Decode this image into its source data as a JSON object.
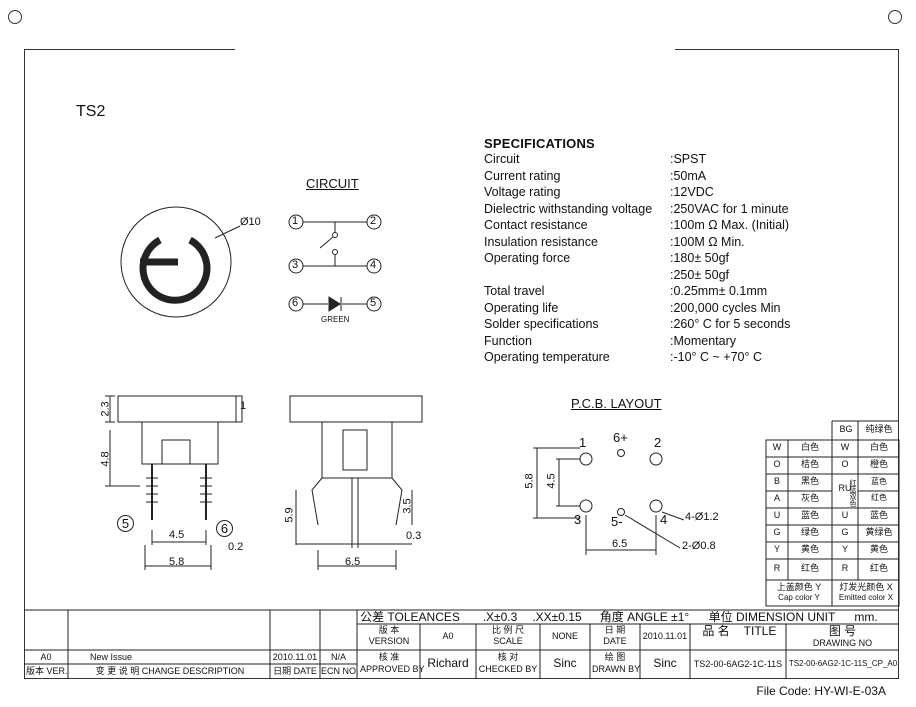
{
  "part_name": "TS2",
  "circuit_title": "CIRCUIT",
  "circuit_pins": [
    "1",
    "2",
    "3",
    "4",
    "6",
    "5"
  ],
  "circuit_led_label": "GREEN",
  "diameter_label": "Ø10",
  "specs_title": "SPECIFICATIONS",
  "specs": [
    {
      "label": "Circuit",
      "value": ":SPST"
    },
    {
      "label": "Current rating",
      "value": ":50mA"
    },
    {
      "label": "Voltage rating",
      "value": ":12VDC"
    },
    {
      "label": "Dielectric withstanding voltage",
      "value": ":250VAC for 1 minute"
    },
    {
      "label": "Contact resistance",
      "value": ":100m Ω   Max. (Initial)"
    },
    {
      "label": "Insulation resistance",
      "value": ":100M Ω   Min."
    },
    {
      "label": "Operating force",
      "value": ":180± 50gf"
    },
    {
      "label": "",
      "value": ":250± 50gf"
    },
    {
      "label": "Total travel",
      "value": ":0.25mm± 0.1mm"
    },
    {
      "label": "Operating life",
      "value": ":200,000 cycles Min"
    },
    {
      "label": "Solder specifications",
      "value": ":260°  C for 5 seconds"
    },
    {
      "label": "Function",
      "value": ":Momentary"
    },
    {
      "label": "Operating temperature",
      "value": ":-10°  C ~ +70°  C"
    }
  ],
  "pcb_title": "P.C.B. LAYOUT",
  "dims": {
    "side_h1": "2.3",
    "side_h2": "4.8",
    "side_small": "1",
    "side_w1": "4.5",
    "side_w2": "5.8",
    "side_t": "0.2",
    "side_pin_a": "5",
    "side_pin_b": "6",
    "front_h": "5.9",
    "front_h2": "3.5",
    "front_t": "0.3",
    "front_w": "6.5",
    "pcb_h1": "5.8",
    "pcb_h2": "4.5",
    "pcb_w": "6.5",
    "pcb_hole1": "4-Ø1.2",
    "pcb_hole2": "2-Ø0.8",
    "pcb_pins": [
      "1",
      "6+",
      "2",
      "3",
      "5-",
      "4"
    ]
  },
  "color_table": {
    "header": [
      "BG",
      "纯绿色"
    ],
    "left": [
      [
        "W",
        "白色"
      ],
      [
        "O",
        "桔色"
      ],
      [
        "B",
        "黑色"
      ],
      [
        "A",
        "灰色"
      ],
      [
        "U",
        "蓝色"
      ],
      [
        "G",
        "绿色"
      ],
      [
        "Y",
        "黄色"
      ],
      [
        "R",
        "红色"
      ]
    ],
    "right": [
      [
        "W",
        "白色"
      ],
      [
        "O",
        "橙色"
      ],
      [
        "RU",
        "红蓝双色",
        "蓝色",
        "红色"
      ],
      [
        "G",
        "黄绿色"
      ],
      [
        "Y",
        "黄色"
      ],
      [
        "R",
        "红色"
      ]
    ],
    "ru_label": "RU",
    "ru_sub": "红蓝双色",
    "right_ru_top": "蓝色",
    "right_ru_bottom": "红色",
    "cap_label": "上盖颜色 Y",
    "cap_label_en": "Cap color Y",
    "emit_label": "灯发光颜色 X",
    "emit_label_en": "Emitted color X"
  },
  "title_block": {
    "tolerances": "公差 TOLEANCES",
    "tol1": ".X±0.3",
    "tol2": ".XX±0.15",
    "angle": "角度 ANGLE ±1°",
    "unit_label": "单位  DIMENSION UNIT",
    "unit_value": "mm.",
    "version_cn": "版 本",
    "version_en": "VERSION",
    "version_value": "A0",
    "scale_cn": "比 例 尺",
    "scale_en": "SCALE",
    "scale_value": "NONE",
    "date_cn": "日 期",
    "date_en": "DATE",
    "date_value": "2010.11.01",
    "title_cn": "品 名",
    "title_en": "TITLE",
    "drawing_cn": "图 号",
    "drawing_en": "DRAWING NO",
    "approved_cn": "核 准",
    "approved_en": "APPROVED BY",
    "approved_value": "Richard",
    "checked_cn": "核 对",
    "checked_en": "CHECKED BY",
    "checked_value": "Sinc",
    "drawn_cn": "绘 图",
    "drawn_en": "DRAWN BY",
    "drawn_value": "Sinc",
    "title_value": "TS2-00-6AG2-1C-11S",
    "drawing_value": "TS2-00-6AG2-1C-11S_CP_A0",
    "rev_ver": "A0",
    "rev_desc": "New Issue",
    "rev_date": "2010.11.01",
    "rev_ecn": "N/A",
    "hdr_ver": "版本 VER.",
    "hdr_desc": "变 更 说 明   CHANGE DESCRIPTION",
    "hdr_date": "日期 DATE",
    "hdr_ecn": "ECN NO."
  },
  "file_code": "File Code: HY-WI-E-03A"
}
